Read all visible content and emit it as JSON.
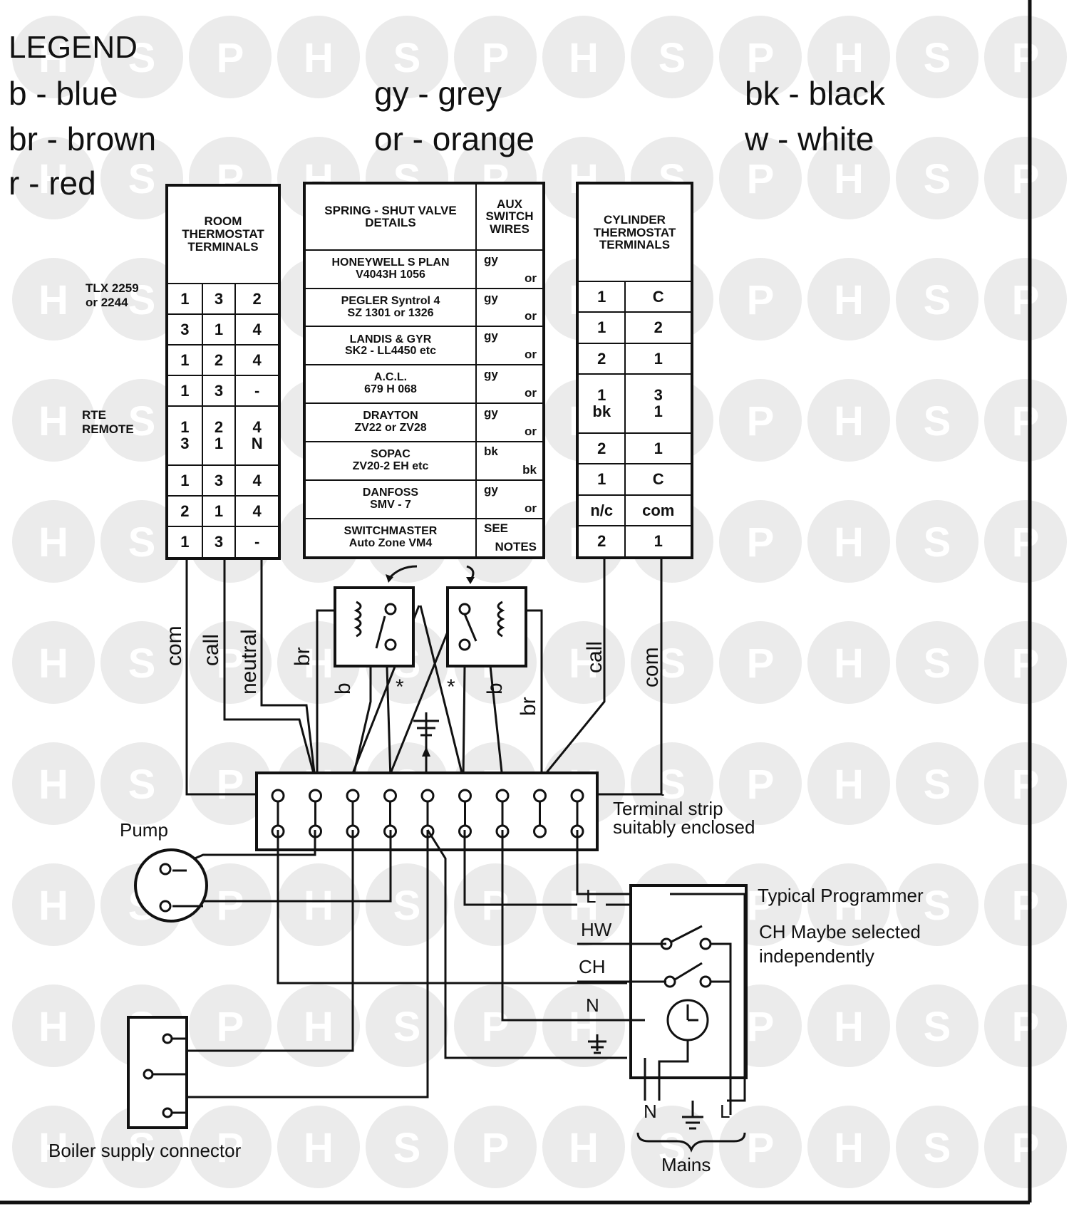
{
  "legend": {
    "title": "LEGEND",
    "items": [
      {
        "code": "b",
        "name": "blue"
      },
      {
        "code": "br",
        "name": "brown"
      },
      {
        "code": "r",
        "name": "red"
      },
      {
        "code": "gy",
        "name": "grey"
      },
      {
        "code": "or",
        "name": "orange"
      },
      {
        "code": "bk",
        "name": "black"
      },
      {
        "code": "w",
        "name": "white"
      }
    ],
    "text": {
      "b": "b - blue",
      "br": "br - brown",
      "r": "r - red",
      "gy": "gy - grey",
      "or": "or - orange",
      "bk": "bk - black",
      "w": "w - white"
    }
  },
  "watermark": {
    "letters": [
      "H",
      "S",
      "P"
    ]
  },
  "room_thermostat": {
    "header": "ROOM THERMOSTAT TERMINALS",
    "rows": [
      [
        "1",
        "3",
        "2"
      ],
      [
        "3",
        "1",
        "4"
      ],
      [
        "1",
        "2",
        "4"
      ],
      [
        "1",
        "3",
        "-"
      ],
      [
        "1\n3",
        "2\n1",
        "4\nN"
      ],
      [
        "1",
        "3",
        "4"
      ],
      [
        "2",
        "1",
        "4"
      ],
      [
        "1",
        "3",
        "-"
      ]
    ],
    "side_labels": {
      "tlx": "TLX 2259\nor 2244",
      "rte": "RTE\nREMOTE"
    }
  },
  "valve_table": {
    "header_details": "SPRING - SHUT VALVE DETAILS",
    "header_wires": "AUX SWITCH WIRES",
    "rows": [
      {
        "name": "HONEYWELL S PLAN\nV4043H 1056",
        "wire_a": "gy",
        "wire_b": "or"
      },
      {
        "name": "PEGLER Syntrol 4\nSZ 1301 or 1326",
        "wire_a": "gy",
        "wire_b": "or"
      },
      {
        "name": "LANDIS & GYR\nSK2 - LL4450 etc",
        "wire_a": "gy",
        "wire_b": "or"
      },
      {
        "name": "A.C.L.\n679 H 068",
        "wire_a": "gy",
        "wire_b": "or"
      },
      {
        "name": "DRAYTON\nZV22 or ZV28",
        "wire_a": "gy",
        "wire_b": "or"
      },
      {
        "name": "SOPAC\nZV20-2 EH etc",
        "wire_a": "bk",
        "wire_b": "bk"
      },
      {
        "name": "DANFOSS\nSMV - 7",
        "wire_a": "gy",
        "wire_b": "or"
      },
      {
        "name": "SWITCHMASTER\nAuto Zone VM4",
        "wire_a": "SEE",
        "wire_b": "NOTES"
      }
    ]
  },
  "cylinder_thermostat": {
    "header": "CYLINDER THERMOSTAT TERMINALS",
    "rows": [
      [
        "1",
        "C"
      ],
      [
        "1",
        "2"
      ],
      [
        "2",
        "1"
      ],
      [
        "1\nbk",
        "3\n1"
      ],
      [
        "2",
        "1"
      ],
      [
        "1",
        "C"
      ],
      [
        "n/c",
        "com"
      ],
      [
        "2",
        "1"
      ]
    ]
  },
  "wire_labels": {
    "com_left": "com",
    "call_left": "call",
    "neutral": "neutral",
    "br_left": "br",
    "b_left": "b",
    "star_left": "*",
    "star_right": "*",
    "b_right": "b",
    "br_right": "br",
    "call_right": "call",
    "com_right": "com"
  },
  "terminal_strip": {
    "label": "Terminal strip\nsuitably enclosed",
    "count": 9
  },
  "pump": {
    "label": "Pump"
  },
  "boiler": {
    "label": "Boiler supply connector"
  },
  "programmer": {
    "title": "Typical Programmer",
    "note": "CH Maybe selected\nindependently",
    "terminals": [
      "L",
      "HW",
      "CH",
      "N"
    ],
    "mains_terminals": [
      "N",
      "L"
    ],
    "mains_label": "Mains"
  }
}
